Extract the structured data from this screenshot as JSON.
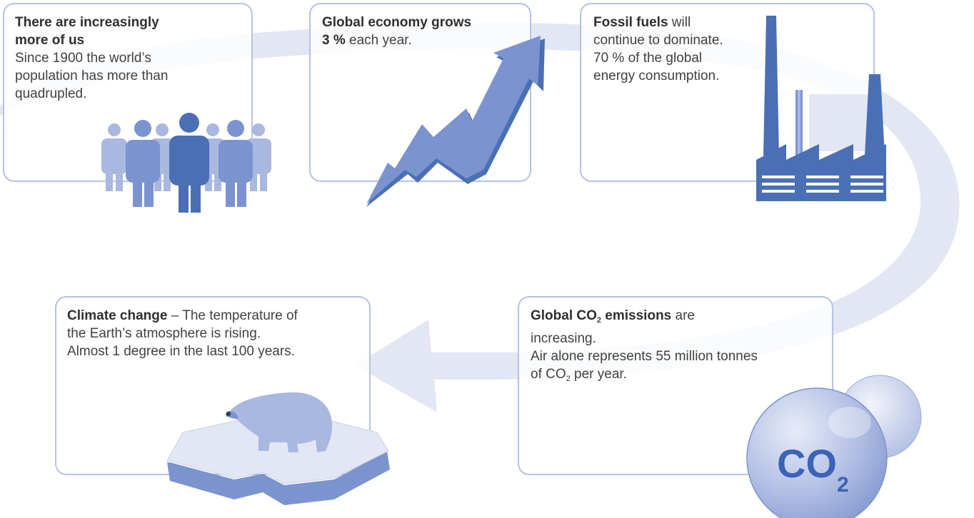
{
  "colors": {
    "card_border": "#b7c1e1",
    "swoosh": "#e3e7f4",
    "icon_blue_dark": "#4a6fb5",
    "icon_blue_mid": "#7b93cf",
    "icon_blue_light": "#a9b8e0",
    "text": "#414141"
  },
  "cards": {
    "population": {
      "title_line1": "There are increasingly",
      "title_line2": "more of us",
      "body_line1": "Since 1900 the world’s",
      "body_line2": "population has more than",
      "body_line3": "quadrupled.",
      "icon": "people-icon"
    },
    "economy": {
      "title": "Global economy grows",
      "value": "3 %",
      "body": " each year.",
      "icon": "rising-arrow-icon"
    },
    "fossil": {
      "title": "Fossil fuels",
      "body_line1": " will",
      "body_line2": "continue to dominate.",
      "body_line3": "70 % of the global",
      "body_line4": "energy consumption.",
      "icon": "factory-icon"
    },
    "emissions": {
      "title_a": "Global CO",
      "title_sub": "2",
      "title_b": " emissions",
      "body_a": " are",
      "body_line2": "increasing.",
      "body_line3": "Air alone represents 55 million tonnes",
      "body_line4_a": "of CO",
      "body_line4_sub": "2",
      "body_line4_b": " per year.",
      "bubble_label": "CO",
      "bubble_sub": "2",
      "icon": "co2-bubble-icon"
    },
    "climate": {
      "title": "Climate change",
      "body_a": " – The temperature of",
      "body_line2": "the Earth’s atmosphere is rising.",
      "body_line3": "Almost 1 degree in the last 100 years.",
      "icon": "polar-bear-icon"
    }
  }
}
